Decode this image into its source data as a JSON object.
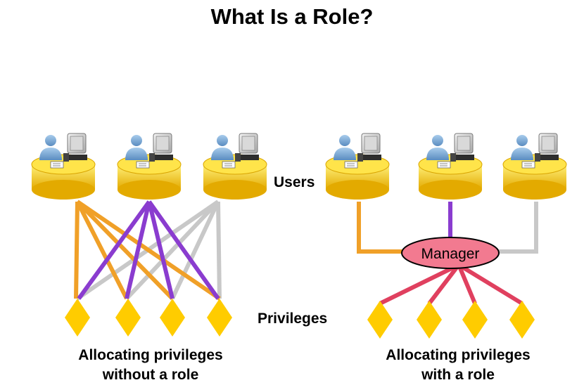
{
  "title": "What Is a Role?",
  "labels": {
    "users": "Users",
    "privileges": "Privileges",
    "role": "Manager"
  },
  "captions": {
    "left": {
      "line1": "Allocating privileges",
      "line2": "without a role"
    },
    "right": {
      "line1": "Allocating privileges",
      "line2": "with a role"
    }
  },
  "colors": {
    "orange": "#f0a028",
    "purple": "#8a3ccf",
    "gray": "#c8c8c8",
    "pink": "#e0405f",
    "yellow": "#ffcc00",
    "role_fill": "#f27a90"
  },
  "icons": [
    "user-workstation-icon",
    "privilege-diamond-icon"
  ]
}
